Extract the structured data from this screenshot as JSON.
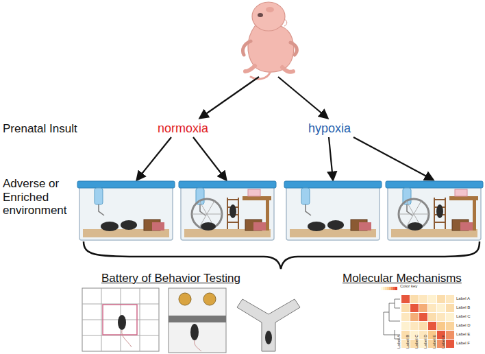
{
  "diagram": {
    "labels": [
      "Prenatal Insult",
      "normoxia",
      "hypoxia",
      "Adverse or Enriched environment",
      "Battery of Behavior Testing",
      "Molecular Mechanisms",
      "Color key",
      "Label A",
      "Label B",
      "Label C",
      "Label D",
      "Label E",
      "Label F",
      "Label A",
      "Label B",
      "Label C",
      "Label D",
      "Label E",
      "Label F"
    ]
  }
}
